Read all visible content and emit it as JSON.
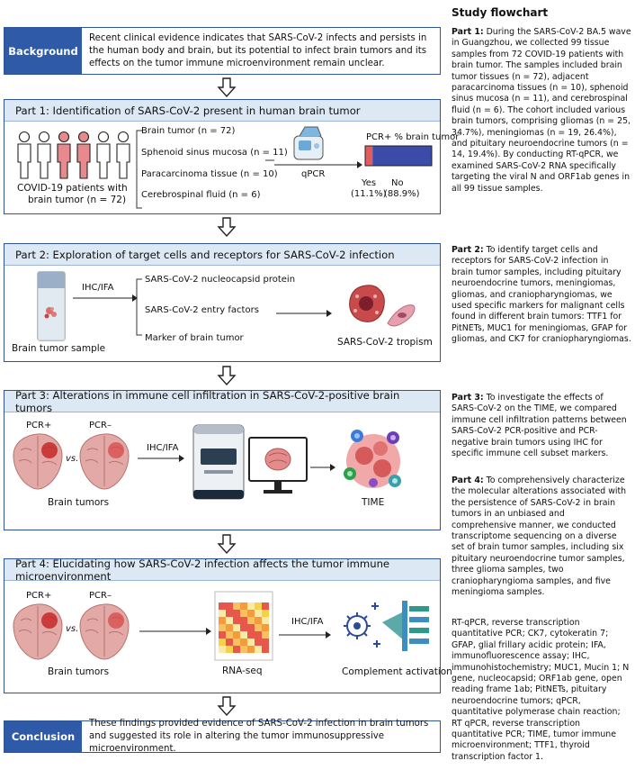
{
  "background": {
    "tag": "Background",
    "text": "Recent clinical evidence indicates that SARS-CoV-2 infects and persists in the human body and brain, but its potential to infect brain tumors and its effects on the tumor immune microenvironment remain unclear."
  },
  "part1": {
    "title": "Part 1: Identification of SARS-CoV-2 present in human brain tumor",
    "patients_label_1": "COVID-19 patients with",
    "patients_label_2": "brain tumor (n = 72)",
    "samples": [
      "Brain tumor  (n = 72)",
      "Sphenoid sinus mucosa (n = 11)",
      "Paracarcinoma tissue (n = 10)",
      "Cerebrospinal fluid (n = 6)"
    ],
    "method": "qPCR",
    "chart_title": "PCR+ % brain tumor",
    "chart_data": {
      "type": "bar",
      "categories": [
        "Yes",
        "No"
      ],
      "values": [
        11.1,
        88.9
      ],
      "value_labels": [
        "(11.1%)",
        "(88.9%)"
      ],
      "title": "PCR+ % brain tumor",
      "colors": [
        "#e35b5b",
        "#3c4ba8"
      ]
    }
  },
  "part2": {
    "title": "Part 2: Exploration of target cells and receptors for SARS-CoV-2 infection",
    "method": "IHC/IFA",
    "items": [
      "SARS-CoV-2 nucleocapsid protein",
      "SARS-CoV-2 entry factors",
      "Marker of brain tumor"
    ],
    "sample_label": "Brain tumor sample",
    "result_label": "SARS-CoV-2 tropism"
  },
  "part3": {
    "title": "Part 3: Alterations in immune cell infiltration in SARS-CoV-2-positive brain tumors",
    "pos": "PCR+",
    "neg": "PCR–",
    "vs": "vs.",
    "method": "IHC/IFA",
    "tumors_label": "Brain tumors",
    "result_label": "TIME"
  },
  "part4": {
    "title": "Part 4: Elucidating how SARS-CoV-2 infection affects the tumor immune microenvironment",
    "pos": "PCR+",
    "neg": "PCR–",
    "vs": "vs.",
    "tumors_label": "Brain tumors",
    "rnaseq_label": "RNA-seq",
    "method": "IHC/IFA",
    "result_label": "Complement activation"
  },
  "conclusion": {
    "tag": "Conclusion",
    "text": "These findings provided evidence of SARS-CoV-2 infection in brain tumors and suggested its role in altering the tumor immunosuppressive microenvironment."
  },
  "sidebar": {
    "title": "Study flowchart",
    "part1_head": "Part 1:",
    "part1_text": "During the SARS-CoV-2 BA.5 wave in Guangzhou, we collected 99 tissue samples from 72 COVID-19 patients with brain tumor. The samples included brain tumor tissues (n = 72), adjacent paracarcinoma tissues (n = 10), sphenoid sinus mucosa (n = 11), and cerebrospinal fluid (n = 6). The cohort included various brain tumors, comprising gliomas (n = 25, 34.7%), meningiomas (n = 19, 26.4%), and pituitary neuroendocrine tumors (n = 14, 19.4%). By conducting RT-qPCR, we examined SARS-CoV-2 RNA specifically targeting the viral N and ORF1ab genes in all 99 tissue samples.",
    "part2_head": "Part 2:",
    "part2_text": "To identify target cells and receptors for SARS-CoV-2 infection in brain tumor samples, including pituitary neuroendocrine tumors, meningiomas, gliomas, and craniopharyngiomas, we used specific markers for malignant cells found in different brain tumors: TTF1 for PitNETs, MUC1 for meningiomas, GFAP for gliomas, and CK7 for craniopharyngiomas.",
    "part3_head": "Part 3:",
    "part3_text": "To investigate the effects of SARS-CoV-2 on the TIME, we compared immune cell infiltration patterns between SARS-CoV-2 PCR-positive and PCR-negative brain tumors using IHC for specific immune cell subset markers.",
    "part4_head": "Part 4:",
    "part4_text": "To comprehensively characterize the molecular alterations associated with the persistence of SARS-CoV-2 in brain tumors in an unbiased and comprehensive manner, we conducted transcriptome sequencing on a diverse set of brain tumor samples, including six pituitary neuroendocrine tumor samples, three glioma samples, two craniopharyngioma samples, and five meningioma samples.",
    "abbreviations": "RT-qPCR, reverse transcription quantitative PCR; CK7, cytokeratin 7; GFAP, glial frillary acidic protein; IFA, immunofluorescence assay; IHC, immunohistochemistry; MUC1, Mucin 1; N gene, nucleocapsid; ORF1ab gene, open reading frame 1ab; PitNETs, pituitary neuroendocrine tumors; qPCR, quantitative polymerase chain reaction; RT qPCR, reverse transcription quantitative PCR; TIME, tumor immune microenvironment; TTF1, thyroid transcription factor 1."
  },
  "colors": {
    "accent": "#2e5aa7",
    "header_fill": "#dce8f4",
    "positive": "#e35b5b",
    "negative": "#3c4ba8"
  }
}
